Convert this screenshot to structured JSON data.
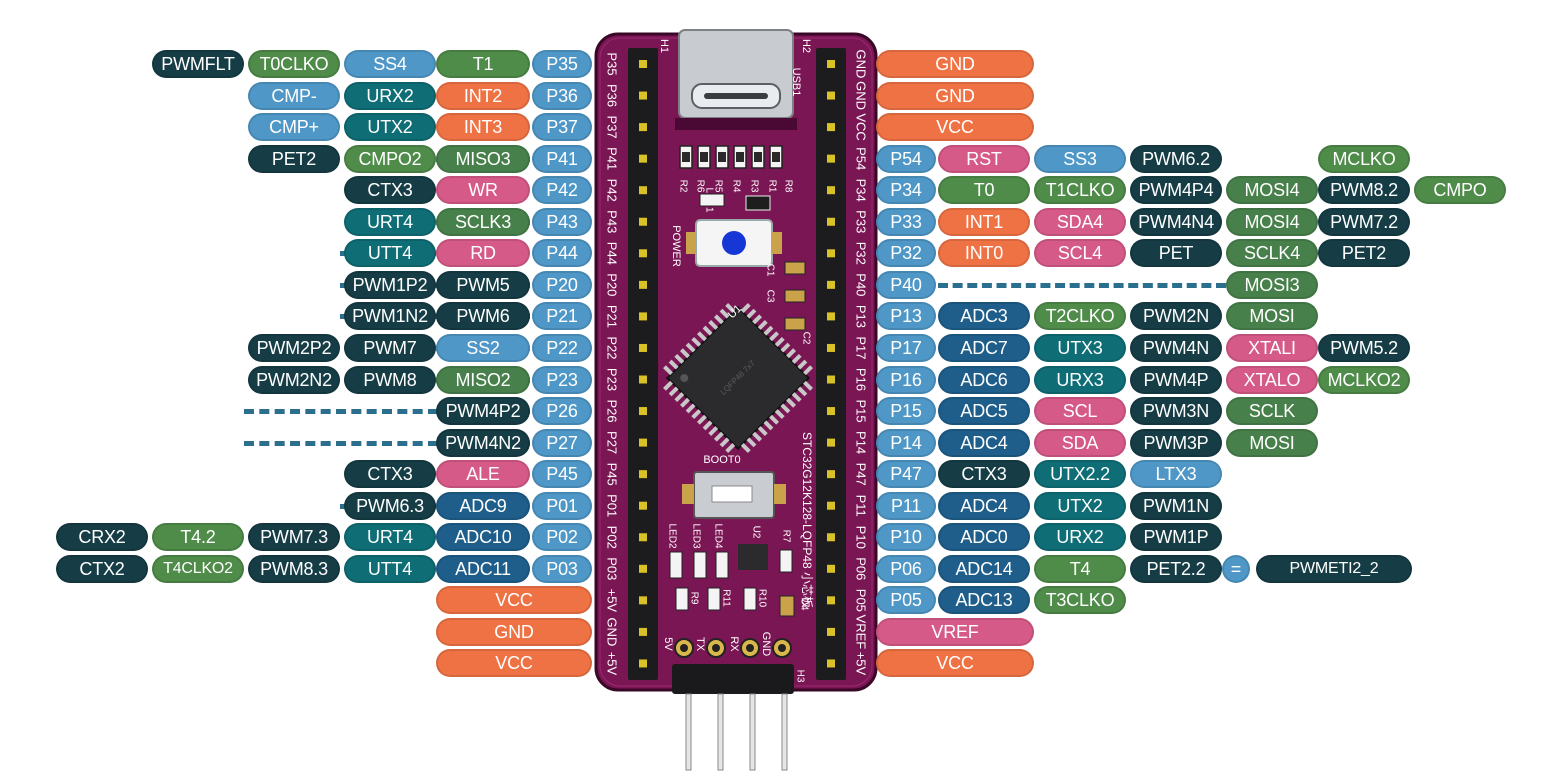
{
  "colors": {
    "pin": "#4f97c7",
    "gnd": "#ef7244",
    "power": "#ef7244",
    "uart": "#0f6d75",
    "spi": "#47804b",
    "timer": "#4f8b49",
    "int": "#ef7244",
    "i2c": "#d65a87",
    "pwm": "#163d46",
    "adc": "#1f5e8a",
    "cmp": "#4f97c7",
    "misc": "#163d46",
    "wr": "#d65a87",
    "vref": "#d65a87",
    "dash": "#2a6f8e",
    "pcb": "#7b1655",
    "pcb_dark": "#5a0c3d"
  },
  "board": {
    "top_silk": [
      "H1",
      "USB1",
      "H2"
    ],
    "resistors_top": [
      "R2",
      "R6",
      "R5",
      "R4",
      "R3",
      "R1",
      "R8"
    ],
    "led_label": "LED1",
    "power_label": "POWER",
    "caps": [
      "C1",
      "C3",
      "C2"
    ],
    "chip_label": "U1",
    "chip_marking": "LQFP48 7x7",
    "vertical_label": "STC32G12K128-LQFP48 小芯板",
    "boot_label": "BOOT0",
    "bottom_leds": [
      "LED2",
      "LED3",
      "LED4"
    ],
    "bottom_parts": [
      "U2",
      "R7",
      "R9",
      "R11",
      "R10",
      "C4"
    ],
    "header_labels": [
      "5V",
      "TX",
      "RX",
      "GND"
    ],
    "h3_label": "H3",
    "left_header_pins": [
      "P35",
      "P36",
      "P37",
      "P41",
      "P42",
      "P43",
      "P44",
      "P20",
      "P21",
      "P22",
      "P23",
      "P26",
      "P27",
      "P45",
      "P01",
      "P02",
      "P03",
      "+5V",
      "GND",
      "+5V"
    ],
    "right_header_pins": [
      "GND",
      "GND",
      "VCC",
      "P54",
      "P34",
      "P33",
      "P32",
      "P40",
      "P13",
      "P17",
      "P16",
      "P15",
      "P14",
      "P47",
      "P11",
      "P10",
      "P06",
      "P05",
      "VREF",
      "+5V"
    ]
  },
  "left_rows": [
    {
      "labels": [
        [
          "PWMFLT",
          "misc"
        ],
        [
          "T0CLKO",
          "timer"
        ],
        [
          "SS4",
          "cmp"
        ],
        [
          "T1",
          "timer"
        ],
        [
          "P35",
          "pin"
        ]
      ],
      "dash": []
    },
    {
      "labels": [
        [
          "CMP-",
          "cmp"
        ],
        [
          "URX2",
          "uart"
        ],
        [
          "INT2",
          "int"
        ],
        [
          "P36",
          "pin"
        ]
      ],
      "dash": []
    },
    {
      "labels": [
        [
          "CMP+",
          "cmp"
        ],
        [
          "UTX2",
          "uart"
        ],
        [
          "INT3",
          "int"
        ],
        [
          "P37",
          "pin"
        ]
      ],
      "dash": []
    },
    {
      "labels": [
        [
          "PET2",
          "misc"
        ],
        [
          "CMPO2",
          "timer"
        ],
        [
          "MISO3",
          "spi"
        ],
        [
          "P41",
          "pin"
        ]
      ],
      "dash": [
        [
          436,
          530
        ]
      ]
    },
    {
      "labels": [
        [
          "CTX3",
          "misc"
        ],
        [
          "WR",
          "wr"
        ],
        [
          "P42",
          "pin"
        ]
      ],
      "dash": []
    },
    {
      "labels": [
        [
          "URT4",
          "uart"
        ],
        [
          "SCLK3",
          "spi"
        ],
        [
          "P43",
          "pin"
        ]
      ],
      "dash": [
        [
          436,
          530
        ]
      ]
    },
    {
      "labels": [
        [
          "UTT4",
          "uart"
        ],
        [
          "RD",
          "wr"
        ],
        [
          "P44",
          "pin"
        ]
      ],
      "dash": [
        [
          340,
          436
        ]
      ]
    },
    {
      "labels": [
        [
          "PWM1P2",
          "misc"
        ],
        [
          "PWM5",
          "misc"
        ],
        [
          "P20",
          "pin"
        ]
      ],
      "dash": [
        [
          340,
          530
        ]
      ]
    },
    {
      "labels": [
        [
          "PWM1N2",
          "misc"
        ],
        [
          "PWM6",
          "misc"
        ],
        [
          "P21",
          "pin"
        ]
      ],
      "dash": [
        [
          340,
          530
        ]
      ]
    },
    {
      "labels": [
        [
          "PWM2P2",
          "misc"
        ],
        [
          "PWM7",
          "misc"
        ],
        [
          "SS2",
          "cmp"
        ],
        [
          "P22",
          "pin"
        ]
      ],
      "dash": [
        [
          436,
          530
        ]
      ]
    },
    {
      "labels": [
        [
          "PWM2N2",
          "misc"
        ],
        [
          "PWM8",
          "misc"
        ],
        [
          "MISO2",
          "spi"
        ],
        [
          "P23",
          "pin"
        ]
      ],
      "dash": [
        [
          436,
          530
        ]
      ]
    },
    {
      "labels": [
        [
          "PWM4P2",
          "misc"
        ],
        [
          "P26",
          "pin"
        ]
      ],
      "dash": [
        [
          244,
          530
        ]
      ]
    },
    {
      "labels": [
        [
          "PWM4N2",
          "misc"
        ],
        [
          "P27",
          "pin"
        ]
      ],
      "dash": [
        [
          244,
          530
        ]
      ]
    },
    {
      "labels": [
        [
          "CTX3",
          "misc"
        ],
        [
          "ALE",
          "wr"
        ],
        [
          "P45",
          "pin"
        ]
      ],
      "dash": []
    },
    {
      "labels": [
        [
          "PWM6.3",
          "misc"
        ],
        [
          "ADC9",
          "adc"
        ],
        [
          "P01",
          "pin"
        ]
      ],
      "dash": [
        [
          340,
          436
        ]
      ]
    },
    {
      "labels": [
        [
          "CRX2",
          "misc"
        ],
        [
          "T4.2",
          "timer"
        ],
        [
          "PWM7.3",
          "misc"
        ],
        [
          "URT4",
          "uart"
        ],
        [
          "ADC10",
          "adc"
        ],
        [
          "P02",
          "pin"
        ]
      ],
      "dash": []
    },
    {
      "labels": [
        [
          "CTX2",
          "misc"
        ],
        [
          "T4CLKO2",
          "timer"
        ],
        [
          "PWM8.3",
          "misc"
        ],
        [
          "UTT4",
          "uart"
        ],
        [
          "ADC11",
          "adc"
        ],
        [
          "P03",
          "pin"
        ]
      ],
      "dash": []
    },
    {
      "labels": [
        [
          "VCC",
          "power"
        ]
      ],
      "dash": [],
      "wide": true
    },
    {
      "labels": [
        [
          "GND",
          "power"
        ]
      ],
      "dash": [],
      "wide": true
    },
    {
      "labels": [
        [
          "VCC",
          "power"
        ]
      ],
      "dash": [],
      "wide": true
    }
  ],
  "right_rows": [
    {
      "labels": [
        [
          "GND",
          "power"
        ]
      ],
      "wide": true
    },
    {
      "labels": [
        [
          "GND",
          "power"
        ]
      ],
      "wide": true
    },
    {
      "labels": [
        [
          "VCC",
          "power"
        ]
      ],
      "wide": true
    },
    {
      "labels": [
        [
          "P54",
          "pin"
        ],
        [
          "RST",
          "wr"
        ],
        [
          "SS3",
          "cmp"
        ],
        [
          "PWM6.2",
          "misc"
        ],
        [
          "",
          "skip"
        ],
        [
          "MCLKO",
          "timer"
        ]
      ]
    },
    {
      "labels": [
        [
          "P34",
          "pin"
        ],
        [
          "T0",
          "timer"
        ],
        [
          "T1CLKO",
          "timer"
        ],
        [
          "PWM4P4",
          "misc"
        ],
        [
          "MOSI4",
          "spi"
        ],
        [
          "PWM8.2",
          "misc"
        ],
        [
          "CMPO",
          "timer"
        ]
      ]
    },
    {
      "labels": [
        [
          "P33",
          "pin"
        ],
        [
          "INT1",
          "int"
        ],
        [
          "SDA4",
          "wr"
        ],
        [
          "PWM4N4",
          "misc"
        ],
        [
          "MOSI4",
          "spi"
        ],
        [
          "PWM7.2",
          "misc"
        ]
      ]
    },
    {
      "labels": [
        [
          "P32",
          "pin"
        ],
        [
          "INT0",
          "int"
        ],
        [
          "SCL4",
          "wr"
        ],
        [
          "PET",
          "misc"
        ],
        [
          "SCLK4",
          "spi"
        ],
        [
          "PET2",
          "misc"
        ]
      ]
    },
    {
      "labels": [
        [
          "P40",
          "pin"
        ],
        [
          "",
          "skip"
        ],
        [
          "",
          "skip"
        ],
        [
          "",
          "skip"
        ],
        [
          "MOSI3",
          "spi"
        ]
      ],
      "dash": [
        [
          938,
          1226
        ]
      ]
    },
    {
      "labels": [
        [
          "P13",
          "pin"
        ],
        [
          "ADC3",
          "adc"
        ],
        [
          "T2CLKO",
          "timer"
        ],
        [
          "PWM2N",
          "misc"
        ],
        [
          "MOSI",
          "spi"
        ]
      ]
    },
    {
      "labels": [
        [
          "P17",
          "pin"
        ],
        [
          "ADC7",
          "adc"
        ],
        [
          "UTX3",
          "uart"
        ],
        [
          "PWM4N",
          "misc"
        ],
        [
          "XTALI",
          "wr"
        ],
        [
          "PWM5.2",
          "misc"
        ]
      ]
    },
    {
      "labels": [
        [
          "P16",
          "pin"
        ],
        [
          "ADC6",
          "adc"
        ],
        [
          "URX3",
          "uart"
        ],
        [
          "PWM4P",
          "misc"
        ],
        [
          "XTALO",
          "wr"
        ],
        [
          "MCLKO2",
          "timer"
        ]
      ]
    },
    {
      "labels": [
        [
          "P15",
          "pin"
        ],
        [
          "ADC5",
          "adc"
        ],
        [
          "SCL",
          "wr"
        ],
        [
          "PWM3N",
          "misc"
        ],
        [
          "SCLK",
          "spi"
        ]
      ]
    },
    {
      "labels": [
        [
          "P14",
          "pin"
        ],
        [
          "ADC4",
          "adc"
        ],
        [
          "SDA",
          "wr"
        ],
        [
          "PWM3P",
          "misc"
        ],
        [
          "MOSI",
          "spi"
        ]
      ]
    },
    {
      "labels": [
        [
          "P47",
          "pin"
        ],
        [
          "CTX3",
          "misc"
        ],
        [
          "UTX2.2",
          "uart"
        ],
        [
          "LTX3",
          "cmp"
        ]
      ]
    },
    {
      "labels": [
        [
          "P11",
          "pin"
        ],
        [
          "ADC4",
          "adc"
        ],
        [
          "UTX2",
          "uart"
        ],
        [
          "PWM1N",
          "misc"
        ]
      ]
    },
    {
      "labels": [
        [
          "P10",
          "pin"
        ],
        [
          "ADC0",
          "adc"
        ],
        [
          "URX2",
          "uart"
        ],
        [
          "PWM1P",
          "misc"
        ]
      ]
    },
    {
      "labels": [
        [
          "P06",
          "pin"
        ],
        [
          "ADC14",
          "adc"
        ],
        [
          "T4",
          "timer"
        ],
        [
          "PET2.2",
          "misc"
        ]
      ],
      "extra": {
        "eq": "=",
        "label": "PWMETI2_2"
      }
    },
    {
      "labels": [
        [
          "P05",
          "pin"
        ],
        [
          "ADC13",
          "adc"
        ],
        [
          "T3CLKO",
          "timer"
        ]
      ]
    },
    {
      "labels": [
        [
          "VREF",
          "vref"
        ]
      ],
      "wide": true
    },
    {
      "labels": [
        [
          "VCC",
          "power"
        ]
      ],
      "wide": true
    }
  ]
}
